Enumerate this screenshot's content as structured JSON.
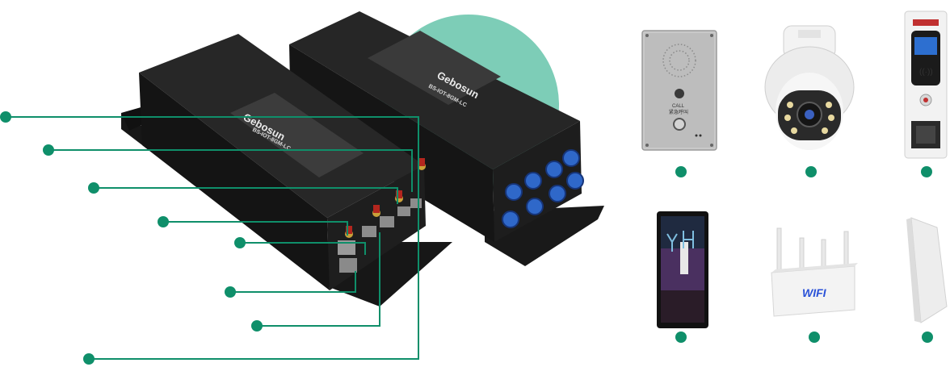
{
  "colors": {
    "accent": "#0f8f6a",
    "teal_circle": "#7dcdb7",
    "box": "#1c1c1c",
    "box_top": "#262626",
    "panel": "#f2f2f2"
  },
  "products": {
    "front_box": {
      "brand": "Gebosun",
      "model": "BS-IOT-8GM-LC"
    },
    "rear_box": {
      "brand": "Gebosun",
      "model": "BS-IOT-8GM-LC"
    }
  },
  "devices": [
    {
      "icon": "intercom-panel-icon"
    },
    {
      "icon": "ptz-camera-icon"
    },
    {
      "icon": "access-terminal-icon"
    },
    {
      "icon": "advertising-display-icon"
    },
    {
      "icon": "wifi-router-icon",
      "label": "WIFI"
    },
    {
      "icon": "wall-panel-icon"
    }
  ],
  "intercom": {
    "call_label": "CALL",
    "sub_label": "紧急呼叫"
  }
}
